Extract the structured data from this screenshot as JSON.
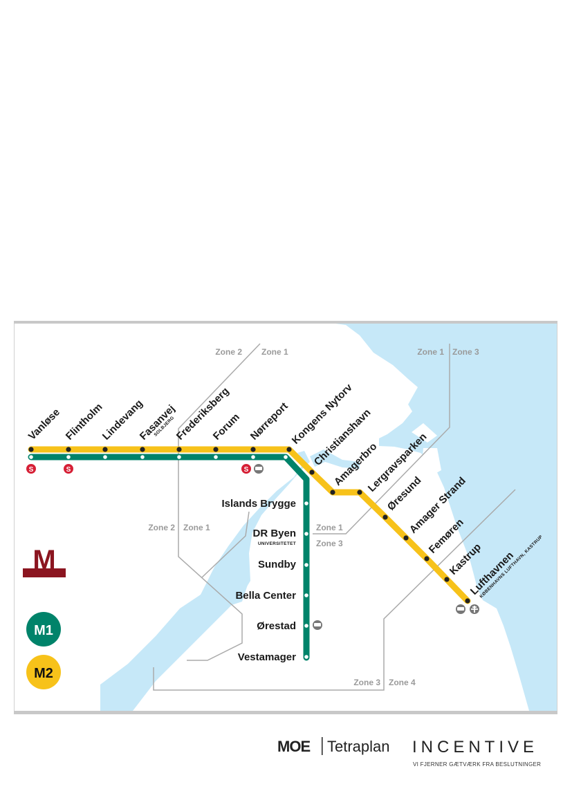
{
  "colors": {
    "m1": "#00836a",
    "m2": "#f7c21a",
    "water": "#c6e8f8",
    "metro_logo": "#8b1520",
    "s_train": "#d62036",
    "zone_line": "#aaaaaa"
  },
  "m2_stations": {
    "vanlose": "Vanløse",
    "flintholm": "Flintholm",
    "lindevang": "Lindevang",
    "fasanvej": "Fasanvej",
    "fasanvej_sub": "SOLBJERG",
    "frederiksberg": "Frederiksberg",
    "forum": "Forum",
    "norreport": "Nørreport",
    "kongens_nytorv": "Kongens Nytorv",
    "christianshavn": "Christianshavn",
    "amagerbro": "Amagerbro",
    "lergravsparken": "Lergravsparken",
    "oresund": "Øresund",
    "amager_strand": "Amager Strand",
    "femoren": "Femøren",
    "kastrup": "Kastrup",
    "lufthavnen": "Lufthavnen",
    "lufthavnen_sub": "KØBENHAVNS LUFTHAVN, KASTRUP"
  },
  "m1_stations": {
    "islands_brygge": "Islands Brygge",
    "dr_byen": "DR Byen",
    "dr_byen_sub": "UNIVERSITETET",
    "sundby": "Sundby",
    "bella_center": "Bella Center",
    "orestad": "Ørestad",
    "vestamager": "Vestamager"
  },
  "zones": {
    "z2_left_top": "Zone 2",
    "z1_right_top": "Zone 1",
    "z1_left_east": "Zone 1",
    "z3_right_east": "Zone 3",
    "z2_left_mid": "Zone 2",
    "z1_right_mid": "Zone 1",
    "z1_upper_dr": "Zone 1",
    "z3_lower_dr": "Zone 3",
    "z3_left_bottom": "Zone 3",
    "z4_right_bottom": "Zone 4"
  },
  "legend": {
    "m1": "M1",
    "m2": "M2",
    "metro_logo_letter": "M"
  },
  "icons": {
    "s_train": "s-train-icon",
    "regional_train": "regional-train-icon",
    "airport": "airplane-icon",
    "s_train_letter": "S"
  },
  "footer": {
    "moe": "MOE",
    "tetraplan": "Tetraplan",
    "incentive": "INCENTIVE",
    "incentive_tagline": "VI FJERNER GÆTVÆRK FRA BESLUTNINGER"
  }
}
